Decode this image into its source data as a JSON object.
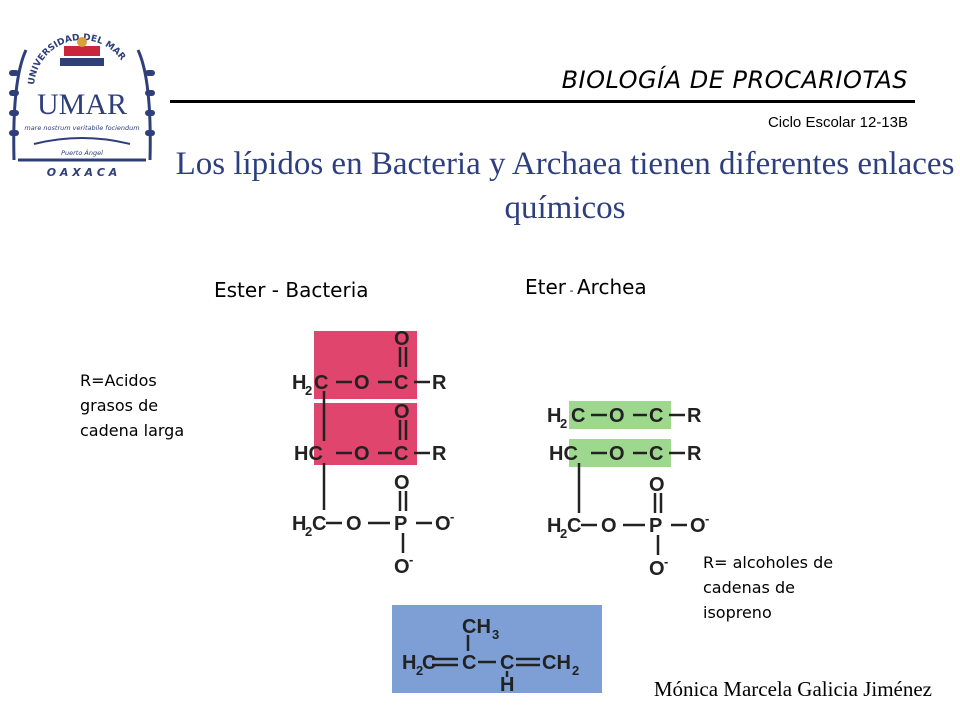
{
  "header": {
    "course_title": "BIOLOGÍA DE PROCARIOTAS",
    "cycle": "Ciclo Escolar 12-13B"
  },
  "logo": {
    "arc_text": "UNIVERSIDAD DEL MAR",
    "monogram": "UMAR",
    "motto": "mare nostrum veritabile fociendum",
    "campus": "Puerto Ángel",
    "state": "O A X A C A"
  },
  "slide": {
    "title": "Los lípidos en Bacteria y Archaea tienen diferentes enlaces químicos"
  },
  "ester": {
    "heading": "Ester - Bacteria",
    "note": "R=Acidos\ngrasos de\ncadena larga",
    "highlight_color": "#e0456e"
  },
  "eter": {
    "heading_main": "Eter",
    "heading_dash": " - ",
    "heading_tail": "Archea",
    "note": "R= alcoholes de\ncadenas de\nisopreno",
    "highlight_color": "#9ed88e"
  },
  "isoprene": {
    "highlight_color": "#7e9fd6"
  },
  "footer": {
    "author": "Mónica Marcela Galicia Jiménez"
  }
}
